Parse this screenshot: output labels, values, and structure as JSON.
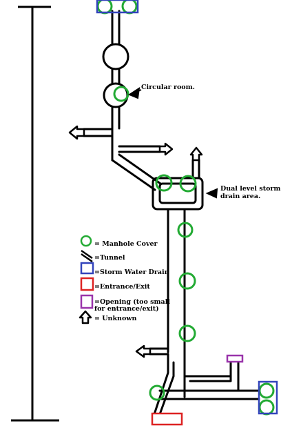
{
  "annotations": {
    "circular_room": "Circular room.",
    "dual_level_line1": "Dual level storm",
    "dual_level_line2": "drain area."
  },
  "legend": {
    "manhole": "= Manhole Cover",
    "tunnel": "=Tunnel",
    "storm_drain": "=Storm Water Drain",
    "entrance": "=Entrance/Exit",
    "opening_line1": "=Opening (too small",
    "opening_line2": "for entrance/exit)",
    "unknown": "= Unknown"
  },
  "colors": {
    "manhole": "#22aa33",
    "storm_drain": "#3344bb",
    "entrance": "#dd2222",
    "opening": "#9933aa",
    "ink": "#000000"
  },
  "icons": [
    "manhole-cover-icon",
    "tunnel-icon",
    "storm-drain-icon",
    "entrance-exit-icon",
    "opening-icon",
    "unknown-arrow-icon",
    "exit-arrow-icon"
  ]
}
